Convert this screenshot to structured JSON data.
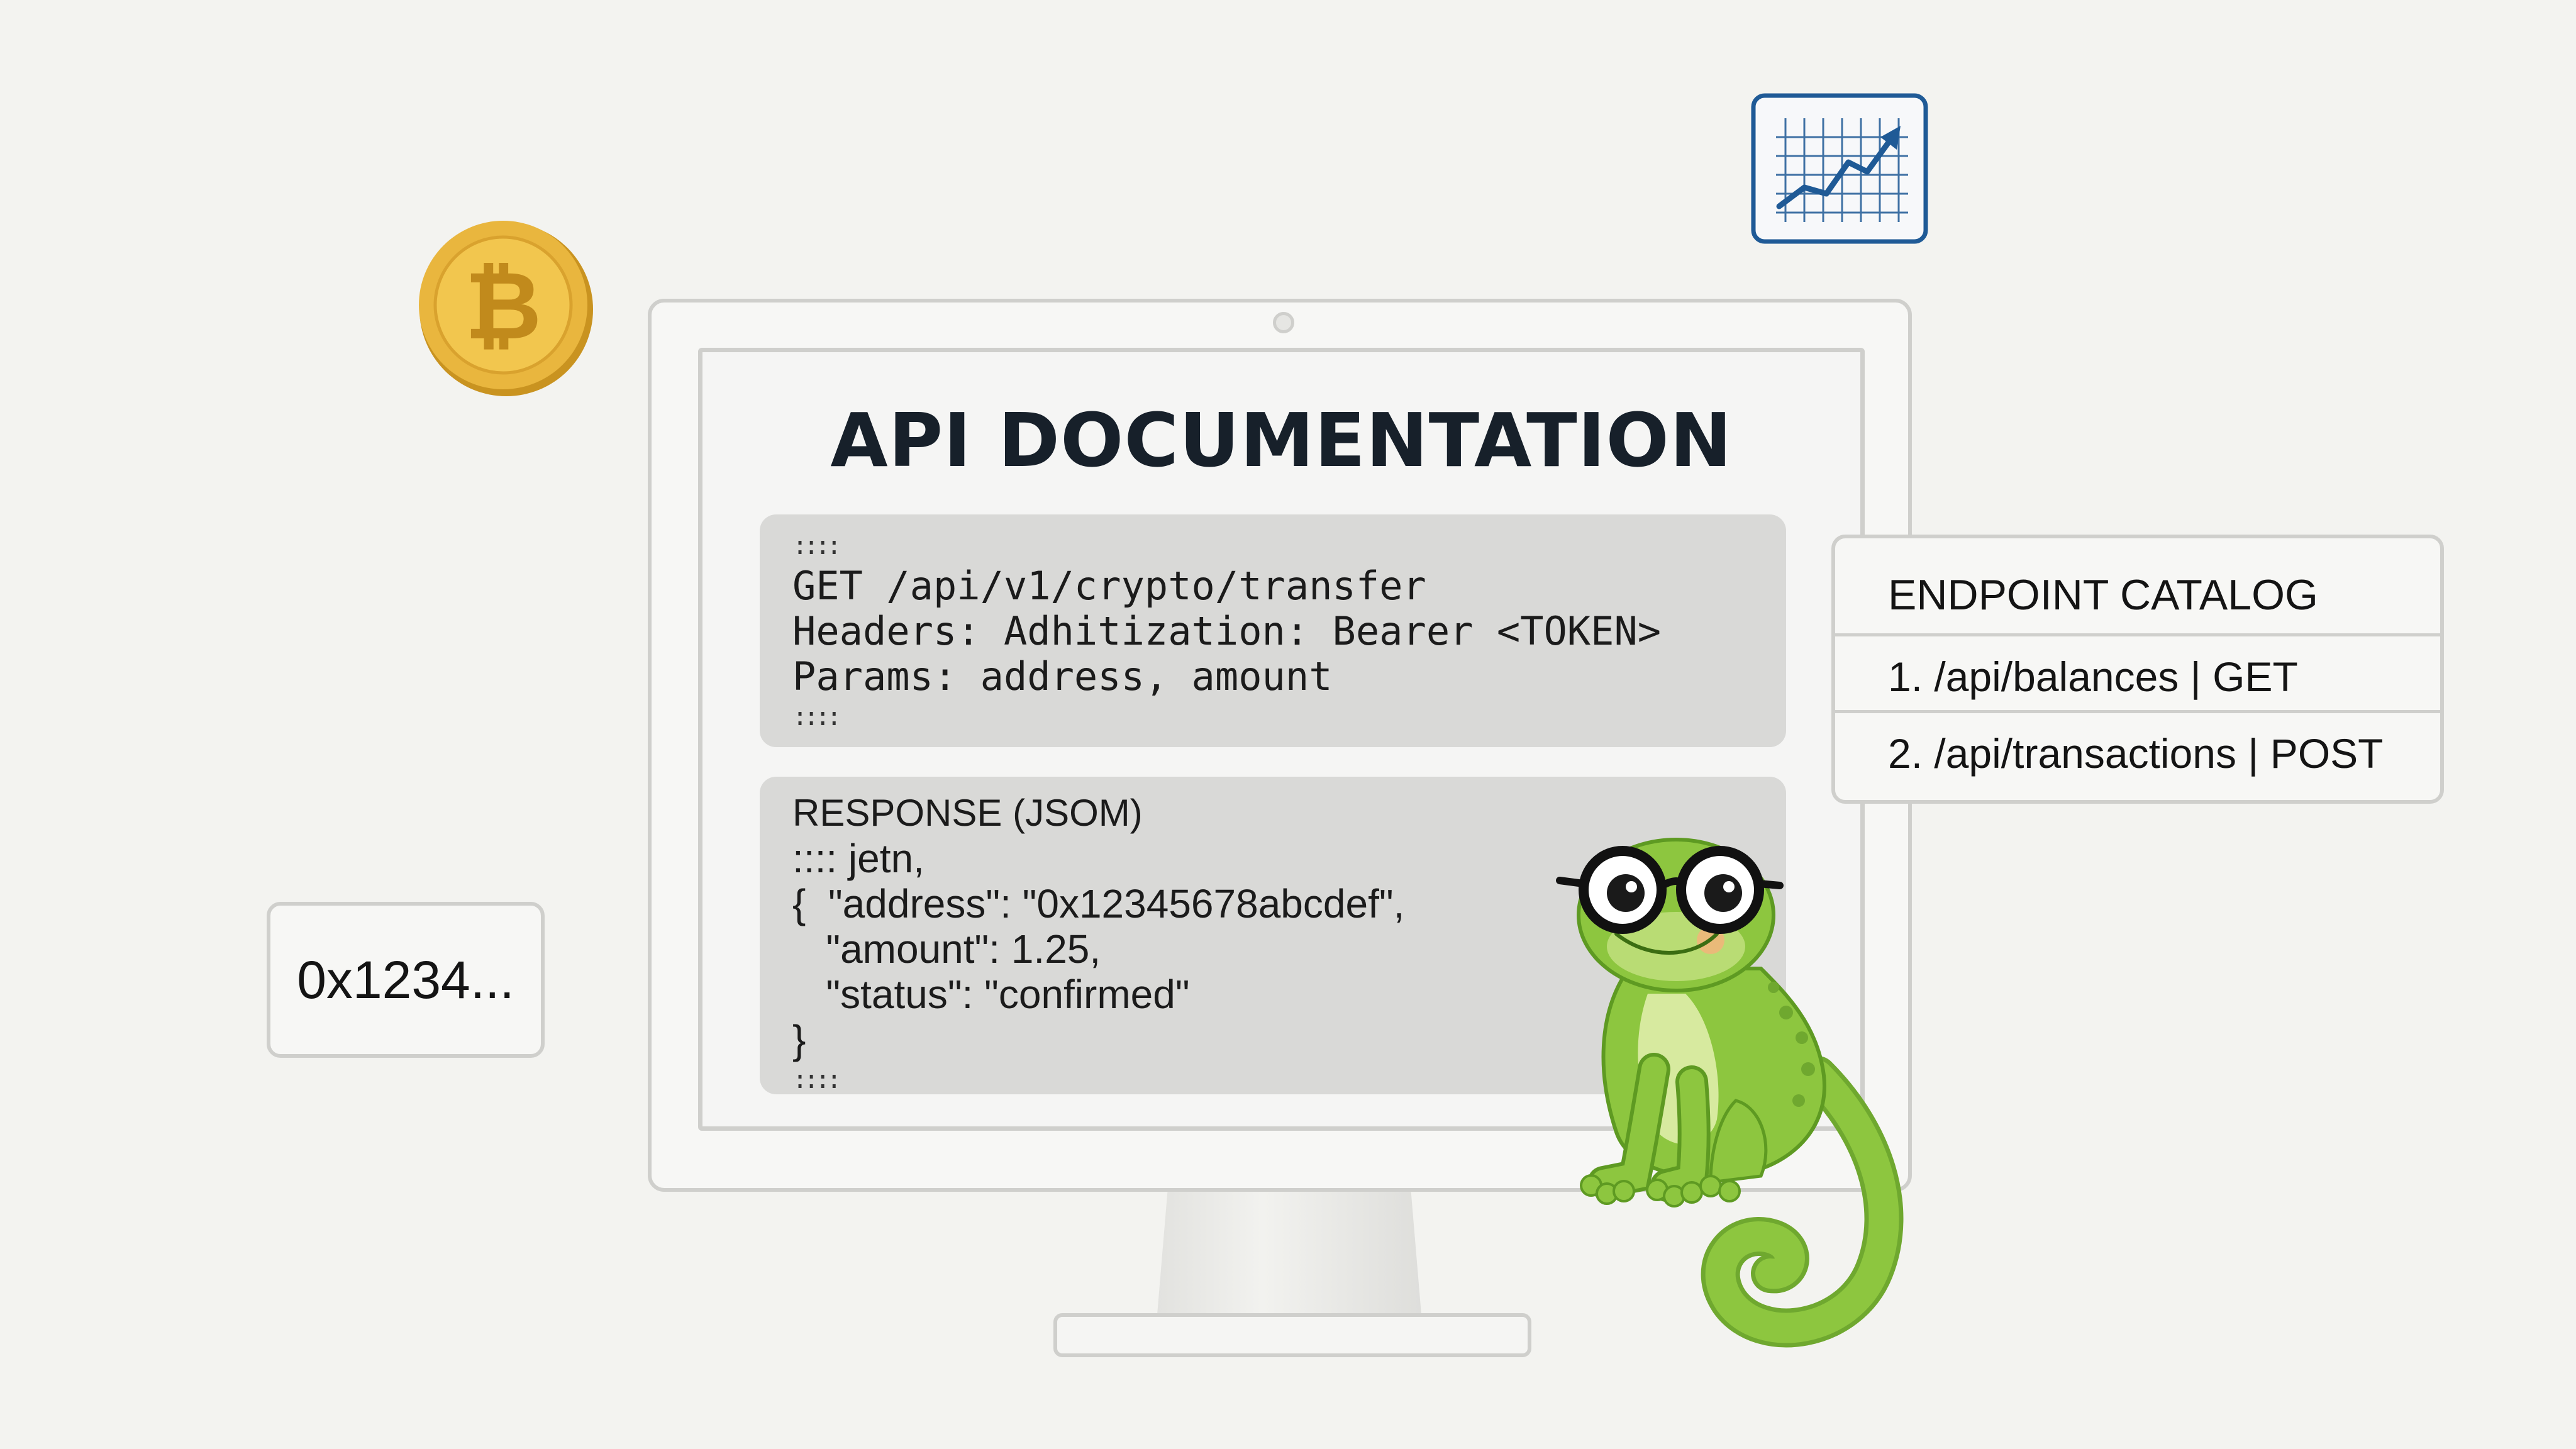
{
  "doc": {
    "title": "API DOCUMENTATION"
  },
  "request_block": {
    "dots_top": "::::",
    "line1": "GET /api/v1/crypto/transfer",
    "line2": "Headers: Adhitization: Bearer <TOKEN>",
    "line3": "Params: address, amount",
    "dots_bottom": "::::"
  },
  "response_block": {
    "header": "RESPONSE (JSOM)",
    "line1": ":::: jetn,",
    "line2": "{  \"address\": \"0x12345678abcdef\",",
    "line3": "   \"amount\": 1.25,",
    "line4": "   \"status\": \"confirmed\"",
    "line5": "}",
    "dots_bottom": "::::"
  },
  "catalog": {
    "title": "ENDPOINT CATALOG",
    "items": [
      "1. /api/balances | GET",
      "2. /api/transactions | POST"
    ]
  },
  "address_box": {
    "text": "0x1234..."
  },
  "icons": {
    "coin": "bitcoin-coin-icon",
    "chart": "trending-chart-icon",
    "mascot": "chameleon-with-glasses-icon"
  },
  "colors": {
    "background": "#f3f3f0",
    "code_block": "#d9d9d7",
    "coin_gold": "#e3b23a",
    "chart_blue": "#1f5a96",
    "chameleon_green": "#8dc63f"
  }
}
